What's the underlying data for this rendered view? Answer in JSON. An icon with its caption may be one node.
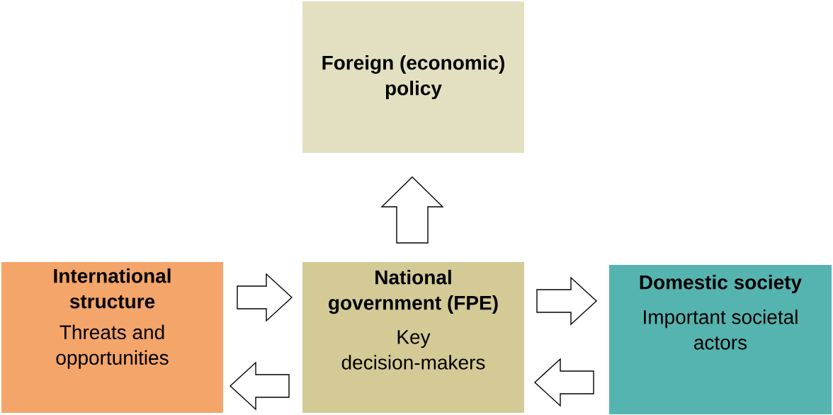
{
  "diagram": {
    "nodes": [
      {
        "text": [
          "Foreign (economic) policy"
        ]
      },
      {
        "text": [
          "International structure",
          "Threats and opportunities"
        ]
      },
      {
        "text": [
          "National government (FPE)",
          "Key decision-makers"
        ]
      },
      {
        "text": [
          "Domestic society",
          "Important societal actors"
        ]
      }
    ],
    "edges": [
      {
        "from": 2,
        "to": 0,
        "arrow": "to"
      },
      {
        "from": 1,
        "to": 2,
        "arrow": "to"
      },
      {
        "from": 2,
        "to": 3,
        "arrow": "to"
      },
      {
        "from": 3,
        "to": 2,
        "arrow": "to"
      },
      {
        "from": 2,
        "to": 1,
        "arrow": "to"
      }
    ]
  }
}
